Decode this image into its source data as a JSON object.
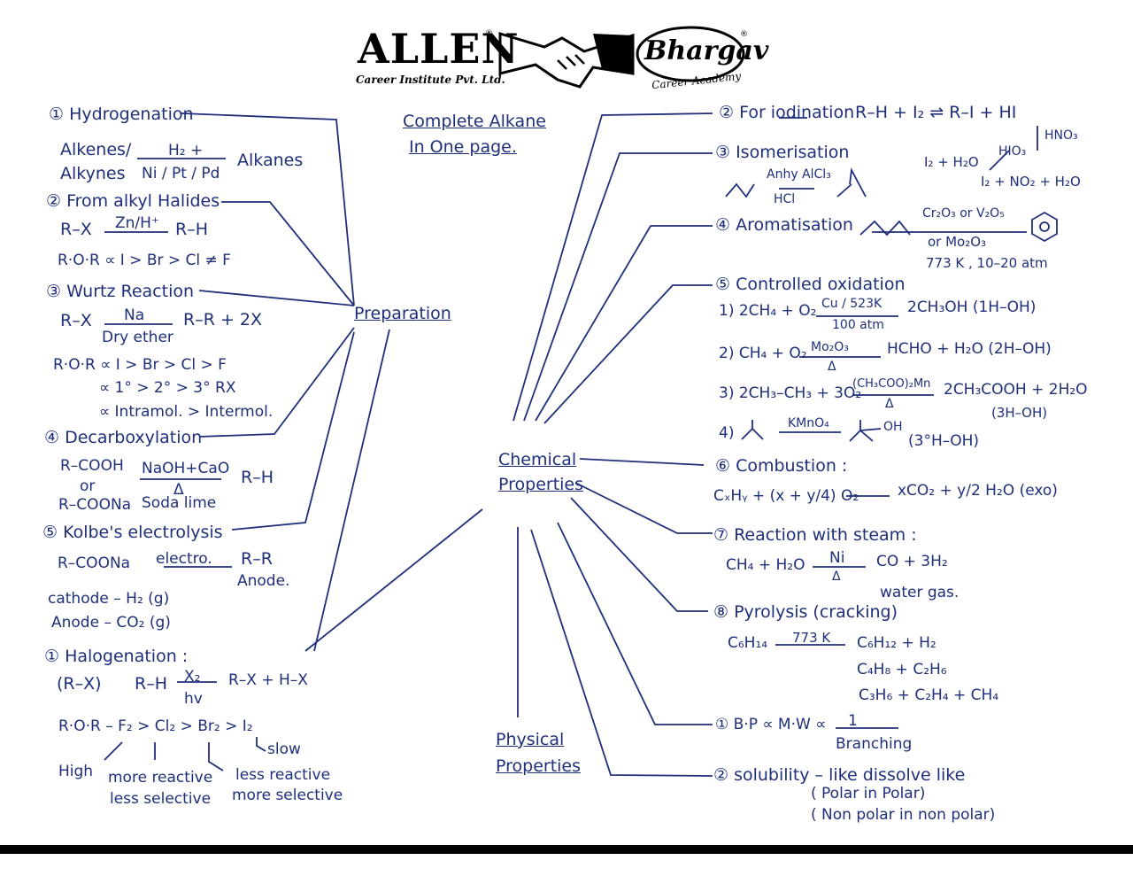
{
  "header": {
    "allen": "ALLEN",
    "allen_sub": "Career Institute Pvt. Ltd.",
    "bhargav": "Bhargav",
    "bhargav_sub": "Career Academy",
    "reg_mark": "®"
  },
  "title": {
    "line1": "Complete Alkane",
    "line2": "In One page."
  },
  "hubs": {
    "preparation": "Preparation",
    "chemical_1": "Chemical",
    "chemical_2": "Properties",
    "physical_1": "Physical",
    "physical_2": "Properties"
  },
  "prep": {
    "hydrogenation": "① Hydrogenation",
    "h_reactant1": "Alkenes/",
    "h_reactant2": "Alkynes",
    "h_cond_top": "H₂ +",
    "h_cond_bottom": "Ni / Pt / Pd",
    "h_product": "Alkanes",
    "alkyl_halides": "② From alkyl Halides",
    "ah_reactant": "R–X",
    "ah_cond": "Zn/H⁺",
    "ah_product": "R–H",
    "ah_ror": "R·O·R ∝ I > Br > Cl ≠ F",
    "wurtz": "③ Wurtz Reaction",
    "w_reactant": "R–X",
    "w_cond_top": "Na",
    "w_cond_bottom": "Dry ether",
    "w_product": "R–R + 2X",
    "w_ror1": "R·O·R ∝ I > Br > Cl > F",
    "w_ror2": "∝ 1° > 2° > 3° RX",
    "w_ror3": "∝ Intramol. > Intermol.",
    "decarbox": "④ Decarboxylation",
    "d_r1": "R–COOH",
    "d_or": "or",
    "d_r2": "R–COONa",
    "d_cond_top": "NaOH+CaO",
    "d_cond_delta": "Δ",
    "d_cond_bottom": "Soda lime",
    "d_product": "R–H",
    "kolbe": "⑤ Kolbe's electrolysis",
    "k_reactant": "R–COONa",
    "k_cond": "electro.",
    "k_product": "R–R",
    "k_anode_label": "Anode.",
    "k_cathode": "cathode – H₂ (g)",
    "k_anode": "Anode – CO₂ (g)"
  },
  "halogenation": {
    "title": "① Halogenation :",
    "rx": "(R–X)",
    "reactant": "R–H",
    "cond_top": "X₂",
    "cond_bottom": "hv",
    "product": "R–X + H–X",
    "ror": "R·O·R – F₂ > Cl₂ > Br₂ > I₂",
    "slow": "slow",
    "high": "High",
    "more_reactive": "more reactive",
    "less_selective": "less selective",
    "less_reactive": "less reactive",
    "more_selective": "more selective"
  },
  "chem": {
    "iodination": "② For iodination",
    "iod_eq": "R–H + I₂ ⇌ R–I + HI",
    "iod_hno3": "HNO₃",
    "iod_hio3": "HIO₃",
    "iod_i2h2o": "I₂ + H₂O",
    "iod_i2no2": "I₂ + NO₂ + H₂O",
    "isomerisation": "③ Isomerisation",
    "iso_cond_top": "Anhy AlCl₃",
    "iso_cond_bottom": "HCl",
    "aromatisation": "④ Aromatisation",
    "aro_cond_top": "Cr₂O₃ or V₂O₅",
    "aro_cond_bottom": "or Mo₂O₃",
    "aro_cond_temp": "773 K , 10–20 atm",
    "oxidation": "⑤ Controlled oxidation",
    "ox1": "1) 2CH₄ + O₂",
    "ox1_cond_top": "Cu / 523K",
    "ox1_cond_bottom": "100 atm",
    "ox1_product": "2CH₃OH (1H–OH)",
    "ox2": "2) CH₄ + O₂",
    "ox2_cond_top": "Mo₂O₃",
    "ox2_cond_bottom": "Δ",
    "ox2_product": "HCHO + H₂O (2H–OH)",
    "ox3": "3) 2CH₃–CH₃ + 3O₂",
    "ox3_cond_top": "(CH₃COO)₂Mn",
    "ox3_cond_bottom": "Δ",
    "ox3_product": "2CH₃COOH + 2H₂O",
    "ox3_note": "(3H–OH)",
    "ox4": "4)",
    "ox4_cond": "KMnO₄",
    "ox4_oh": "OH",
    "ox4_note": "(3°H–OH)",
    "combustion": "⑥ Combustion :",
    "comb_eq_left": "CₓHᵧ + (x + y/4) O₂",
    "comb_eq_right": "xCO₂ + y/2 H₂O (exo)",
    "steam": "⑦ Reaction with steam :",
    "steam_reactant": "CH₄ + H₂O",
    "steam_cond_top": "Ni",
    "steam_cond_bottom": "Δ",
    "steam_product": "CO + 3H₂",
    "steam_note": "water gas.",
    "pyrolysis": "⑧ Pyrolysis (cracking)",
    "pyro_reactant": "C₆H₁₄",
    "pyro_cond": "773 K",
    "pyro_p1": "C₆H₁₂ + H₂",
    "pyro_p2": "C₄H₈ + C₂H₆",
    "pyro_p3": "C₃H₆ + C₂H₄ + CH₄"
  },
  "phys": {
    "bp": "① B·P ∝ M·W ∝",
    "bp_num": "1",
    "bp_den": "Branching",
    "solubility": "② solubility – like dissolve like",
    "sol1": "( Polar in Polar)",
    "sol2": "( Non polar in non polar)"
  }
}
